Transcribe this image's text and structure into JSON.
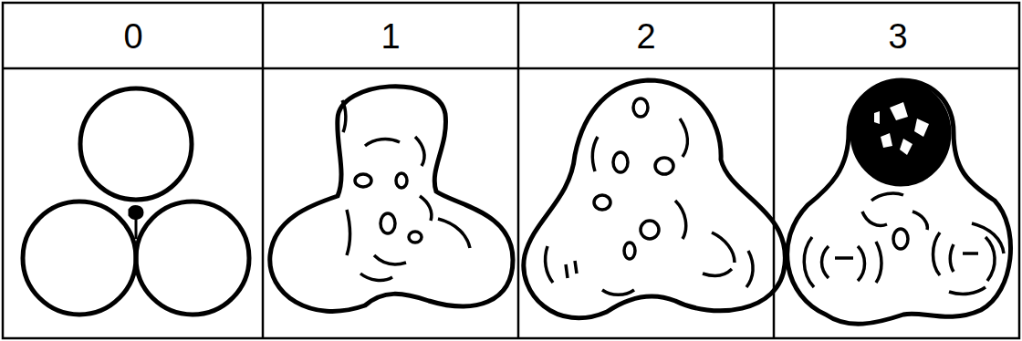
{
  "diagram": {
    "labels": [
      "0",
      "1",
      "2",
      "3"
    ]
  }
}
